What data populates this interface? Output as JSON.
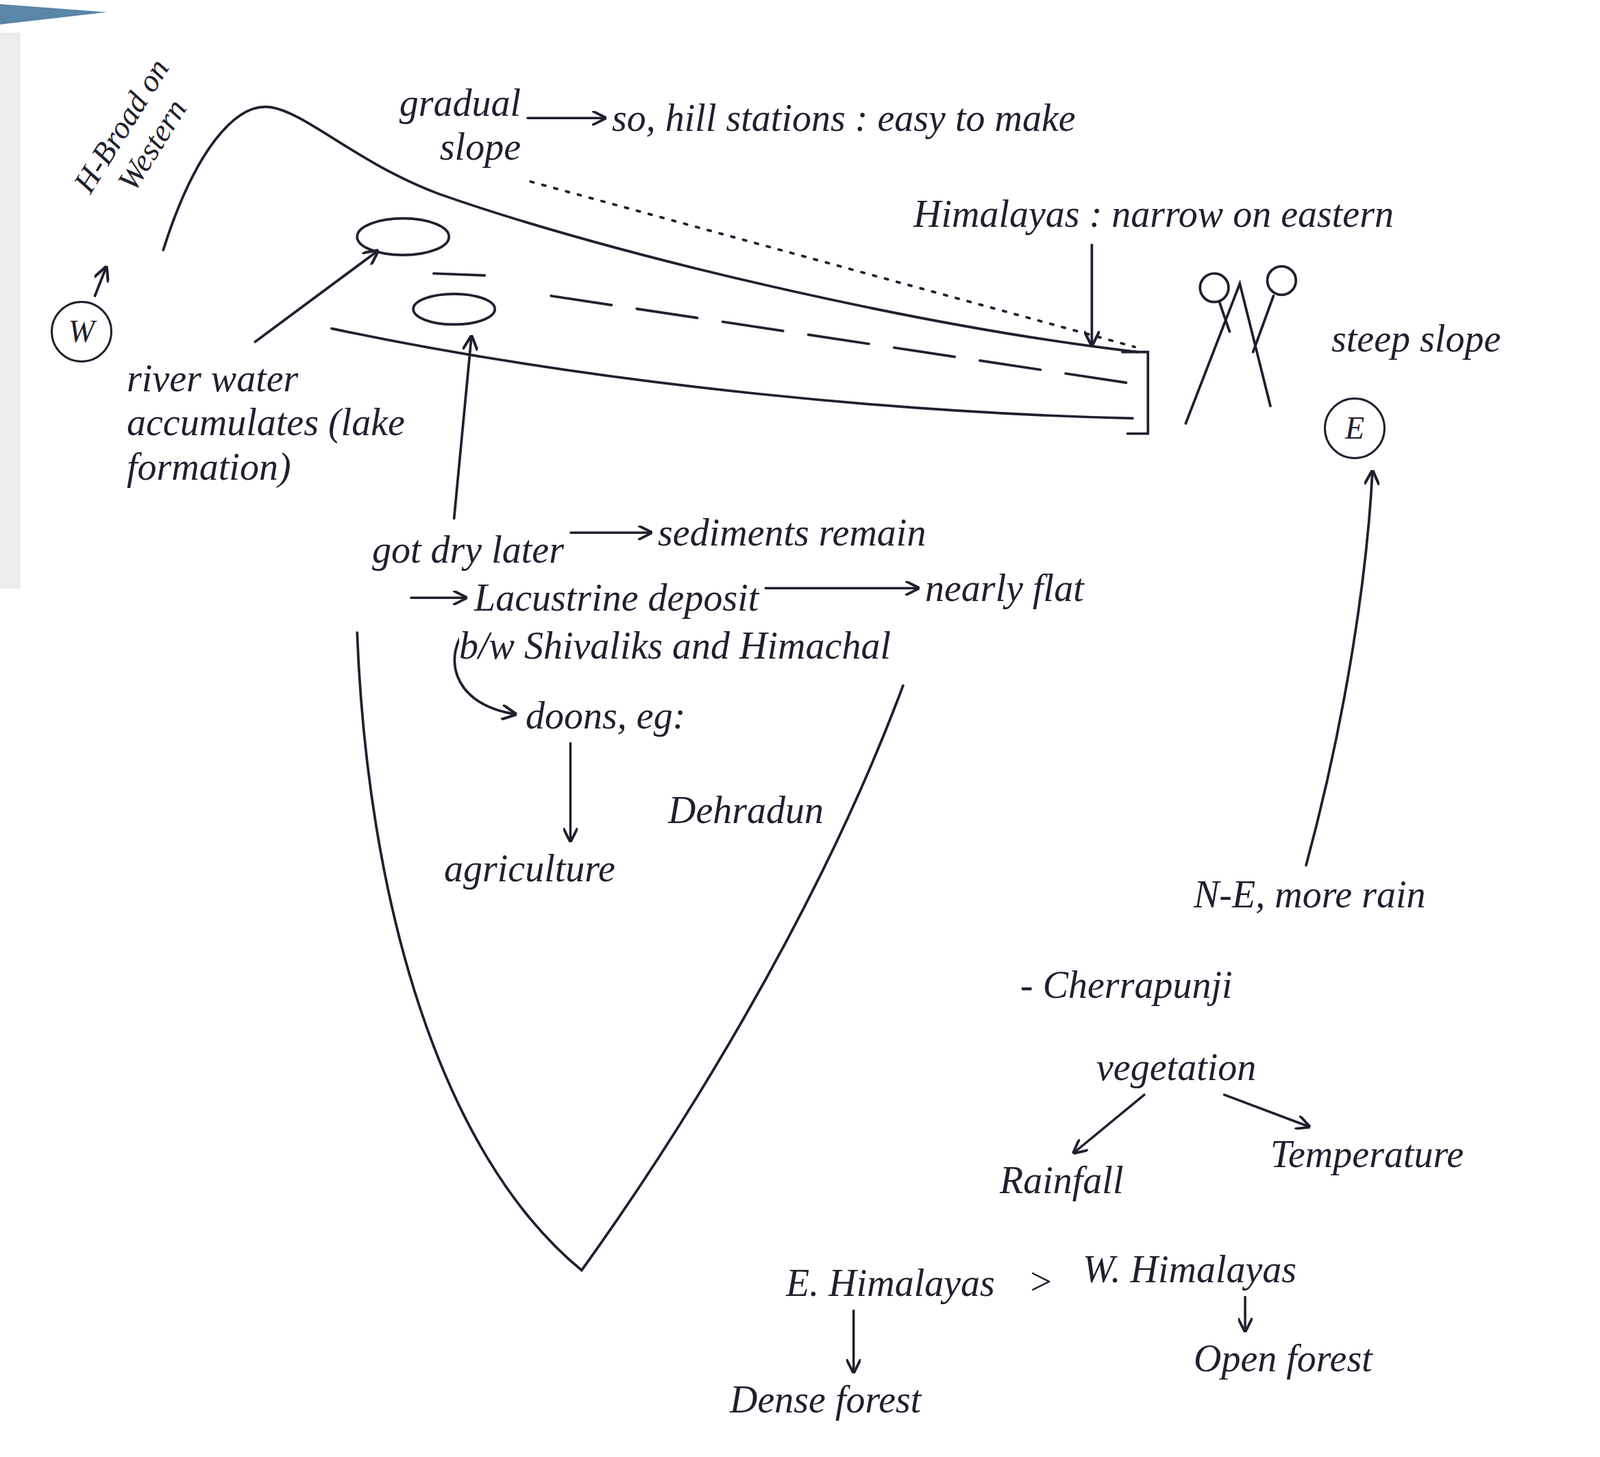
{
  "diagram": {
    "nodes": [
      {
        "text": [
          "W"
        ]
      },
      {
        "text": [
          "E"
        ]
      }
    ],
    "labels": [
      "H-Broad on Western",
      "gradual slope",
      "so, hill stations : easy to make",
      "Himalayas : narrow on eastern",
      "steep slope",
      "river water accumulates (lake formation)",
      "got dry later",
      "sediments remain",
      "Lacustrine deposit",
      "nearly flat",
      "b/w Shivaliks and Himachal",
      "doons, eg:",
      "Dehradun",
      "agriculture",
      "N-E, more rain",
      "- Cherrapunji",
      "vegetation",
      "Rainfall",
      "Temperature",
      "E. Himalayas",
      ">",
      "W. Himalayas",
      "Dense forest",
      "Open forest"
    ]
  }
}
